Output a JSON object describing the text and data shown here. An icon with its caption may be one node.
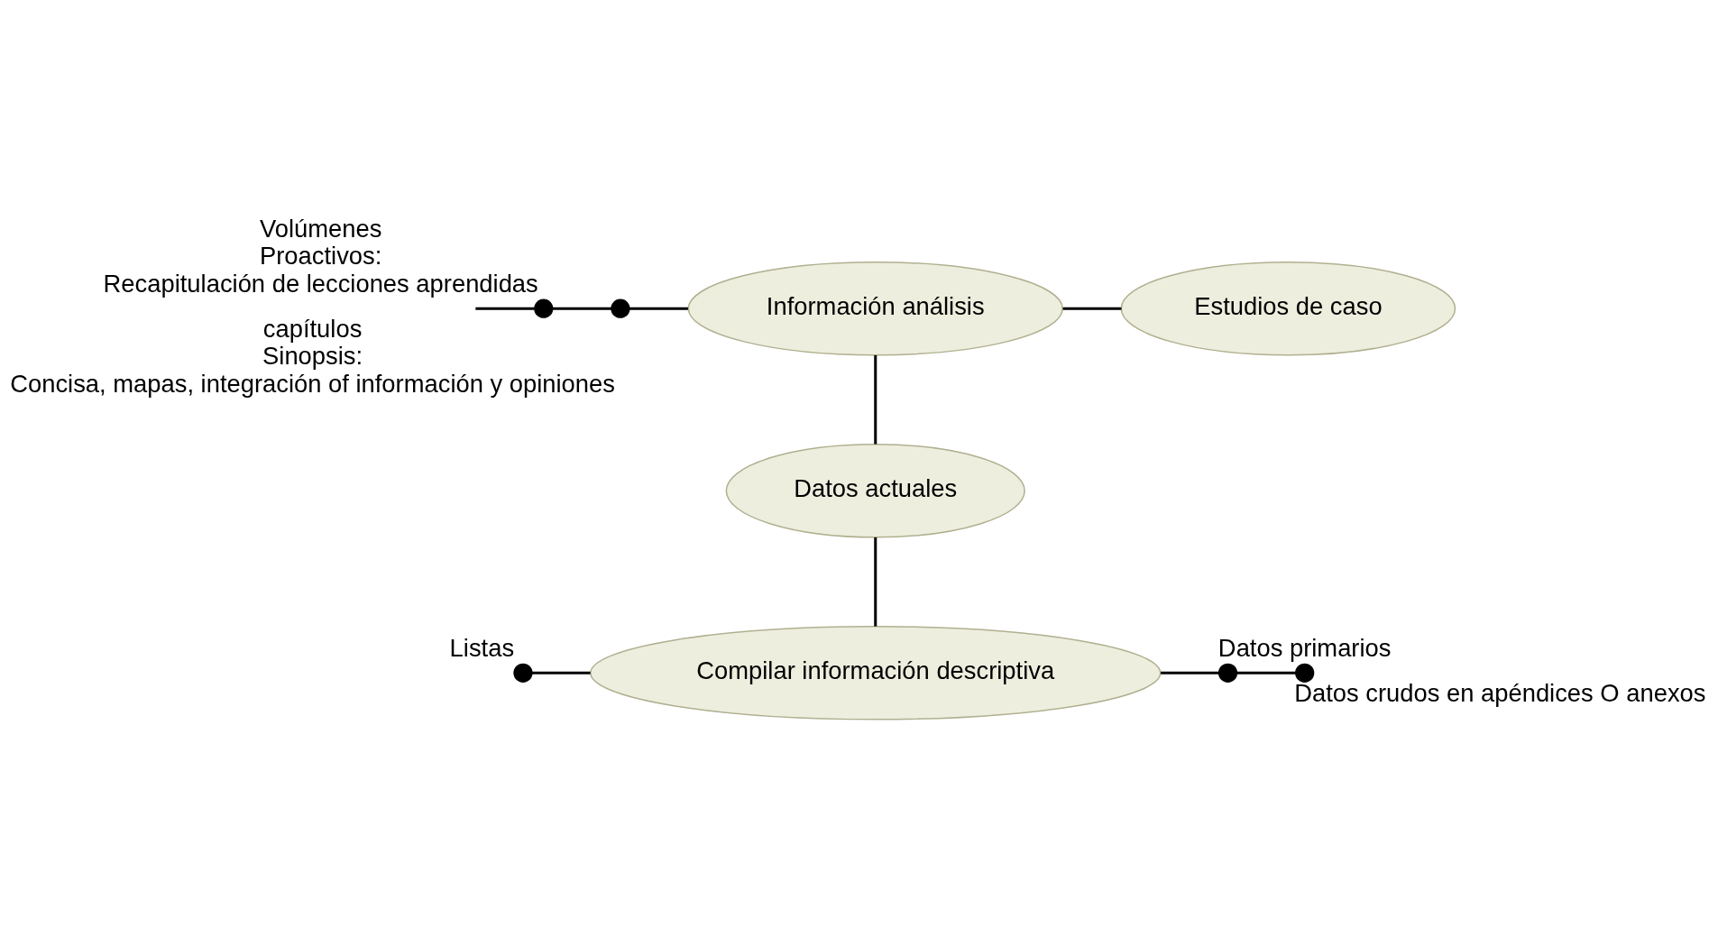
{
  "diagram": {
    "nodes": [
      {
        "text": [],
        "shape": "circle",
        "beside": [
          "Volúmenes",
          "Proactivos:",
          "Recapitulación de lecciones aprendidas"
        ]
      },
      {
        "text": [],
        "shape": "circle",
        "beside": [
          "capítulos",
          "Sinopsis:",
          "Concisa, mapas, integración of información y opiniones"
        ]
      },
      {
        "text": [
          "Información análisis"
        ]
      },
      {
        "text": [
          "Estudios de caso"
        ]
      },
      {
        "text": [
          "Datos actuales"
        ]
      },
      {
        "text": [],
        "shape": "circle",
        "beside": [
          "Listas"
        ]
      },
      {
        "text": [
          "Compilar información descriptiva"
        ]
      },
      {
        "text": [],
        "shape": "circle",
        "beside": [
          "Datos primarios"
        ]
      },
      {
        "text": [],
        "shape": "circle",
        "beside": [
          "Datos crudos en apéndices O anexos"
        ]
      }
    ],
    "edges": [
      {
        "from": null,
        "to": 0,
        "arrow": "none"
      },
      {
        "from": 0,
        "to": 1,
        "arrow": "none"
      },
      {
        "from": 1,
        "to": 2,
        "arrow": "none"
      },
      {
        "from": 2,
        "to": 3,
        "arrow": "none"
      },
      {
        "from": 2,
        "to": 4,
        "arrow": "none"
      },
      {
        "from": 4,
        "to": 6,
        "arrow": "none"
      },
      {
        "from": 5,
        "to": 6,
        "arrow": "none"
      },
      {
        "from": 6,
        "to": 7,
        "arrow": "none"
      },
      {
        "from": 7,
        "to": 8,
        "arrow": "none"
      }
    ]
  }
}
